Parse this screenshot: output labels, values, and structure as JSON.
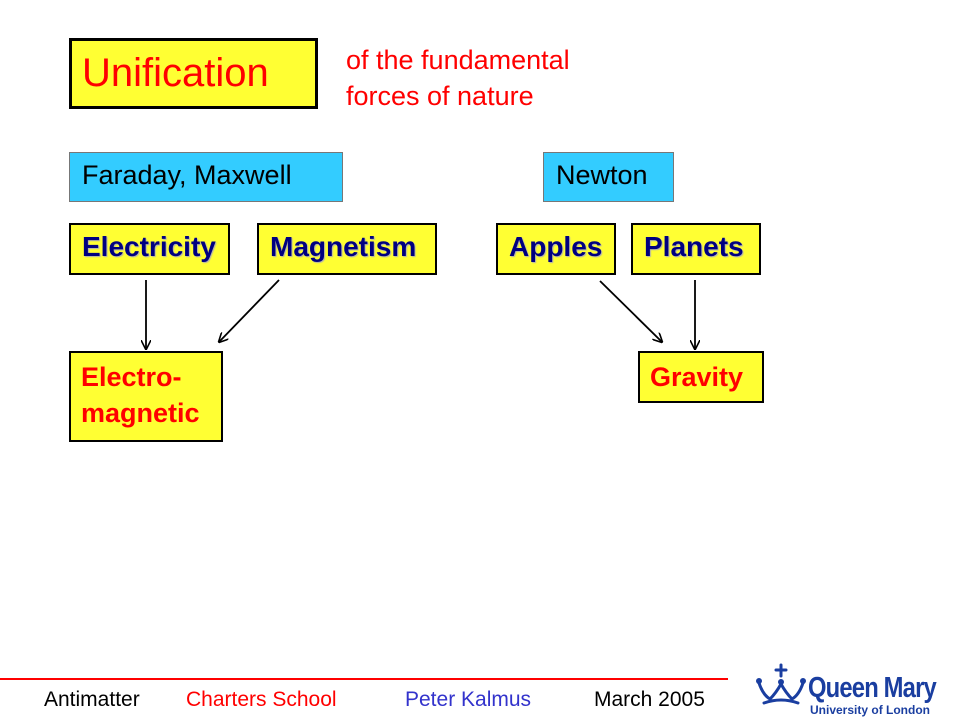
{
  "title": "Unification",
  "subtitle": {
    "line1": "of the fundamental",
    "line2": "forces of nature"
  },
  "left_group": {
    "names": "Faraday, Maxwell",
    "concept_a": "Electricity",
    "concept_b": "Magnetism",
    "result": {
      "line1": "Electro-",
      "line2": "magnetic"
    }
  },
  "right_group": {
    "names": "Newton",
    "concept_a": "Apples",
    "concept_b": "Planets",
    "result": "Gravity"
  },
  "footer": {
    "topic": "Antimatter",
    "venue": "Charters School",
    "speaker": "Peter Kalmus",
    "date": "March 2005"
  },
  "logo": {
    "name": "Queen Mary",
    "subname": "University of London"
  },
  "colors": {
    "box_fill": "#ffff33",
    "name_fill": "#33ccff",
    "title_text": "#ff0000",
    "concept_text": "#000080",
    "footer_venue": "#ff0000",
    "footer_speaker": "#3333cc",
    "logo": "#1a3ea0"
  }
}
